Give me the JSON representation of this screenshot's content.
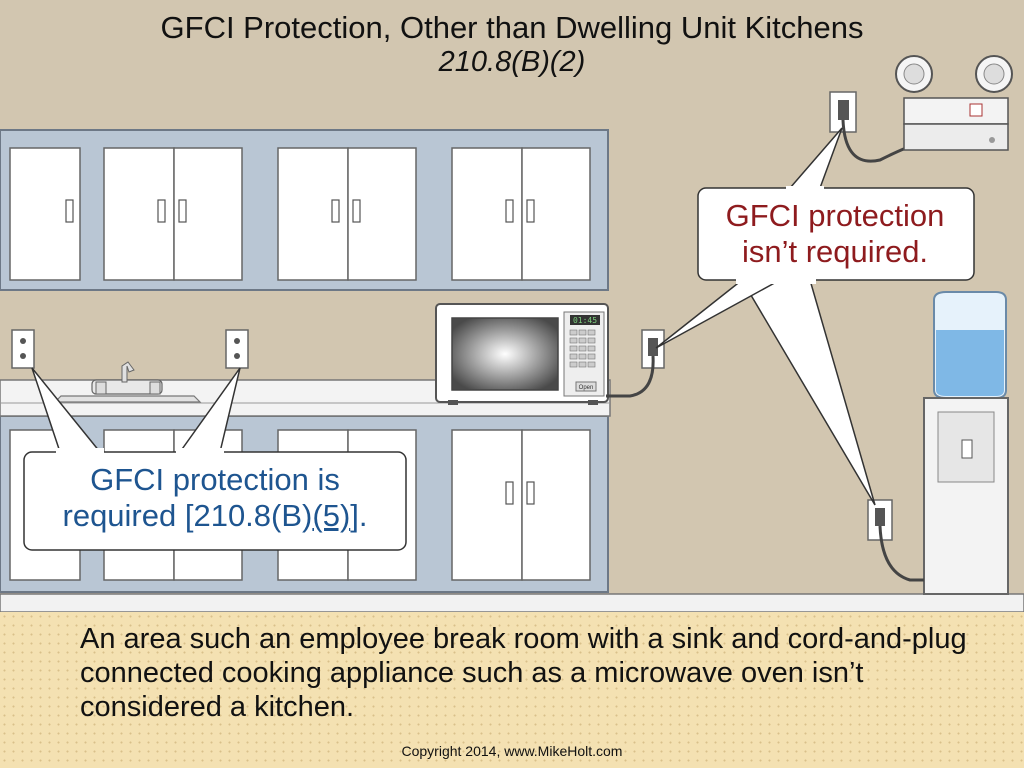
{
  "title": {
    "line1": "GFCI Protection, Other than Dwelling Unit Kitchens",
    "line2": "210.8(B)(2)"
  },
  "callout_not_required": {
    "line1": "GFCI protection",
    "line2": "isn’t required."
  },
  "callout_required": {
    "line1": "GFCI protection is",
    "line2_prefix": "required [210.8(B)",
    "line2_link": "(5)",
    "line2_suffix": "]."
  },
  "microwave": {
    "clock": "01:45",
    "open_label": "Open"
  },
  "caption": "An area such an employee break room with a sink and cord-and-plug connected cooking appliance such as a microwave oven isn’t considered a kitchen.",
  "copyright": "Copyright 2014, www.MikeHolt.com",
  "colors": {
    "wall": "#d2c6b0",
    "cabinet_frame": "#b9c6d4",
    "cabinet_door": "#ffffff",
    "red_text": "#8e1b1e",
    "blue_text": "#1e5590",
    "footer": "#f4e1b2"
  }
}
